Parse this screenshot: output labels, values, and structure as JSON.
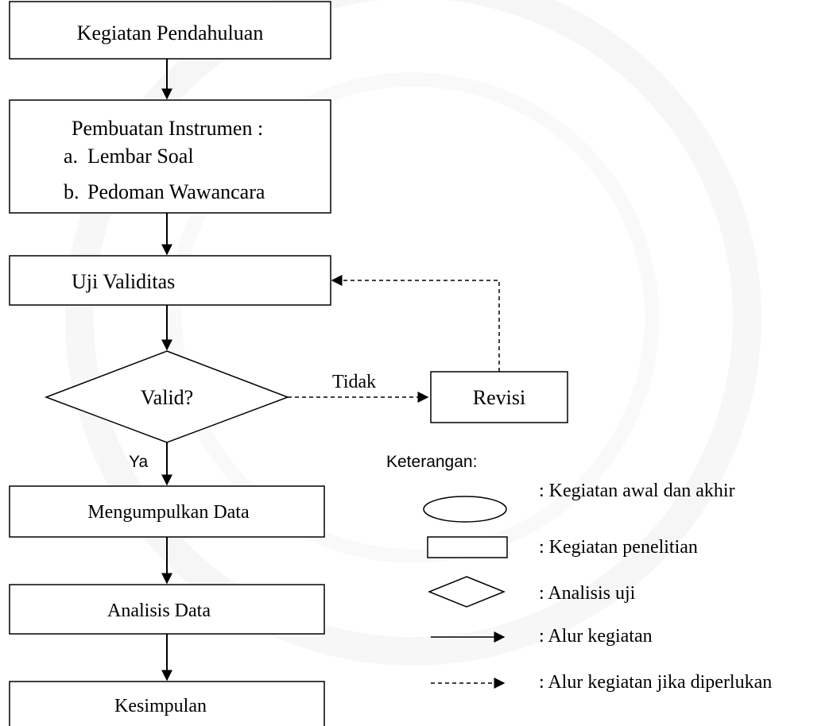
{
  "boxes": {
    "kegiatan_pendahuluan": "Kegiatan Pendahuluan",
    "pembuatan_title": "Pembuatan Instrumen :",
    "item_a_marker": "a.",
    "item_a_text": "Lembar Soal",
    "item_b_marker": "b.",
    "item_b_text": "Pedoman Wawancara",
    "uji_validitas": "Uji Validitas",
    "valid": "Valid?",
    "revisi": "Revisi",
    "mengumpulkan_data": "Mengumpulkan Data",
    "analisis_data": "Analisis Data",
    "kesimpulan": "Kesimpulan"
  },
  "edge_labels": {
    "tidak": "Tidak",
    "ya": "Ya"
  },
  "legend": {
    "title": "Keterangan:",
    "items": [
      {
        "symbol": "ellipse",
        "label": ": Kegiatan awal dan akhir"
      },
      {
        "symbol": "rectangle",
        "label": ": Kegiatan penelitian"
      },
      {
        "symbol": "diamond",
        "label": ": Analisis uji"
      },
      {
        "symbol": "solid-arrow",
        "label": ": Alur kegiatan"
      },
      {
        "symbol": "dashed-arrow",
        "label": ": Alur kegiatan jika diperlukan"
      }
    ]
  },
  "colors": {
    "stroke": "#000000",
    "watermark": "#e6e6e6"
  }
}
